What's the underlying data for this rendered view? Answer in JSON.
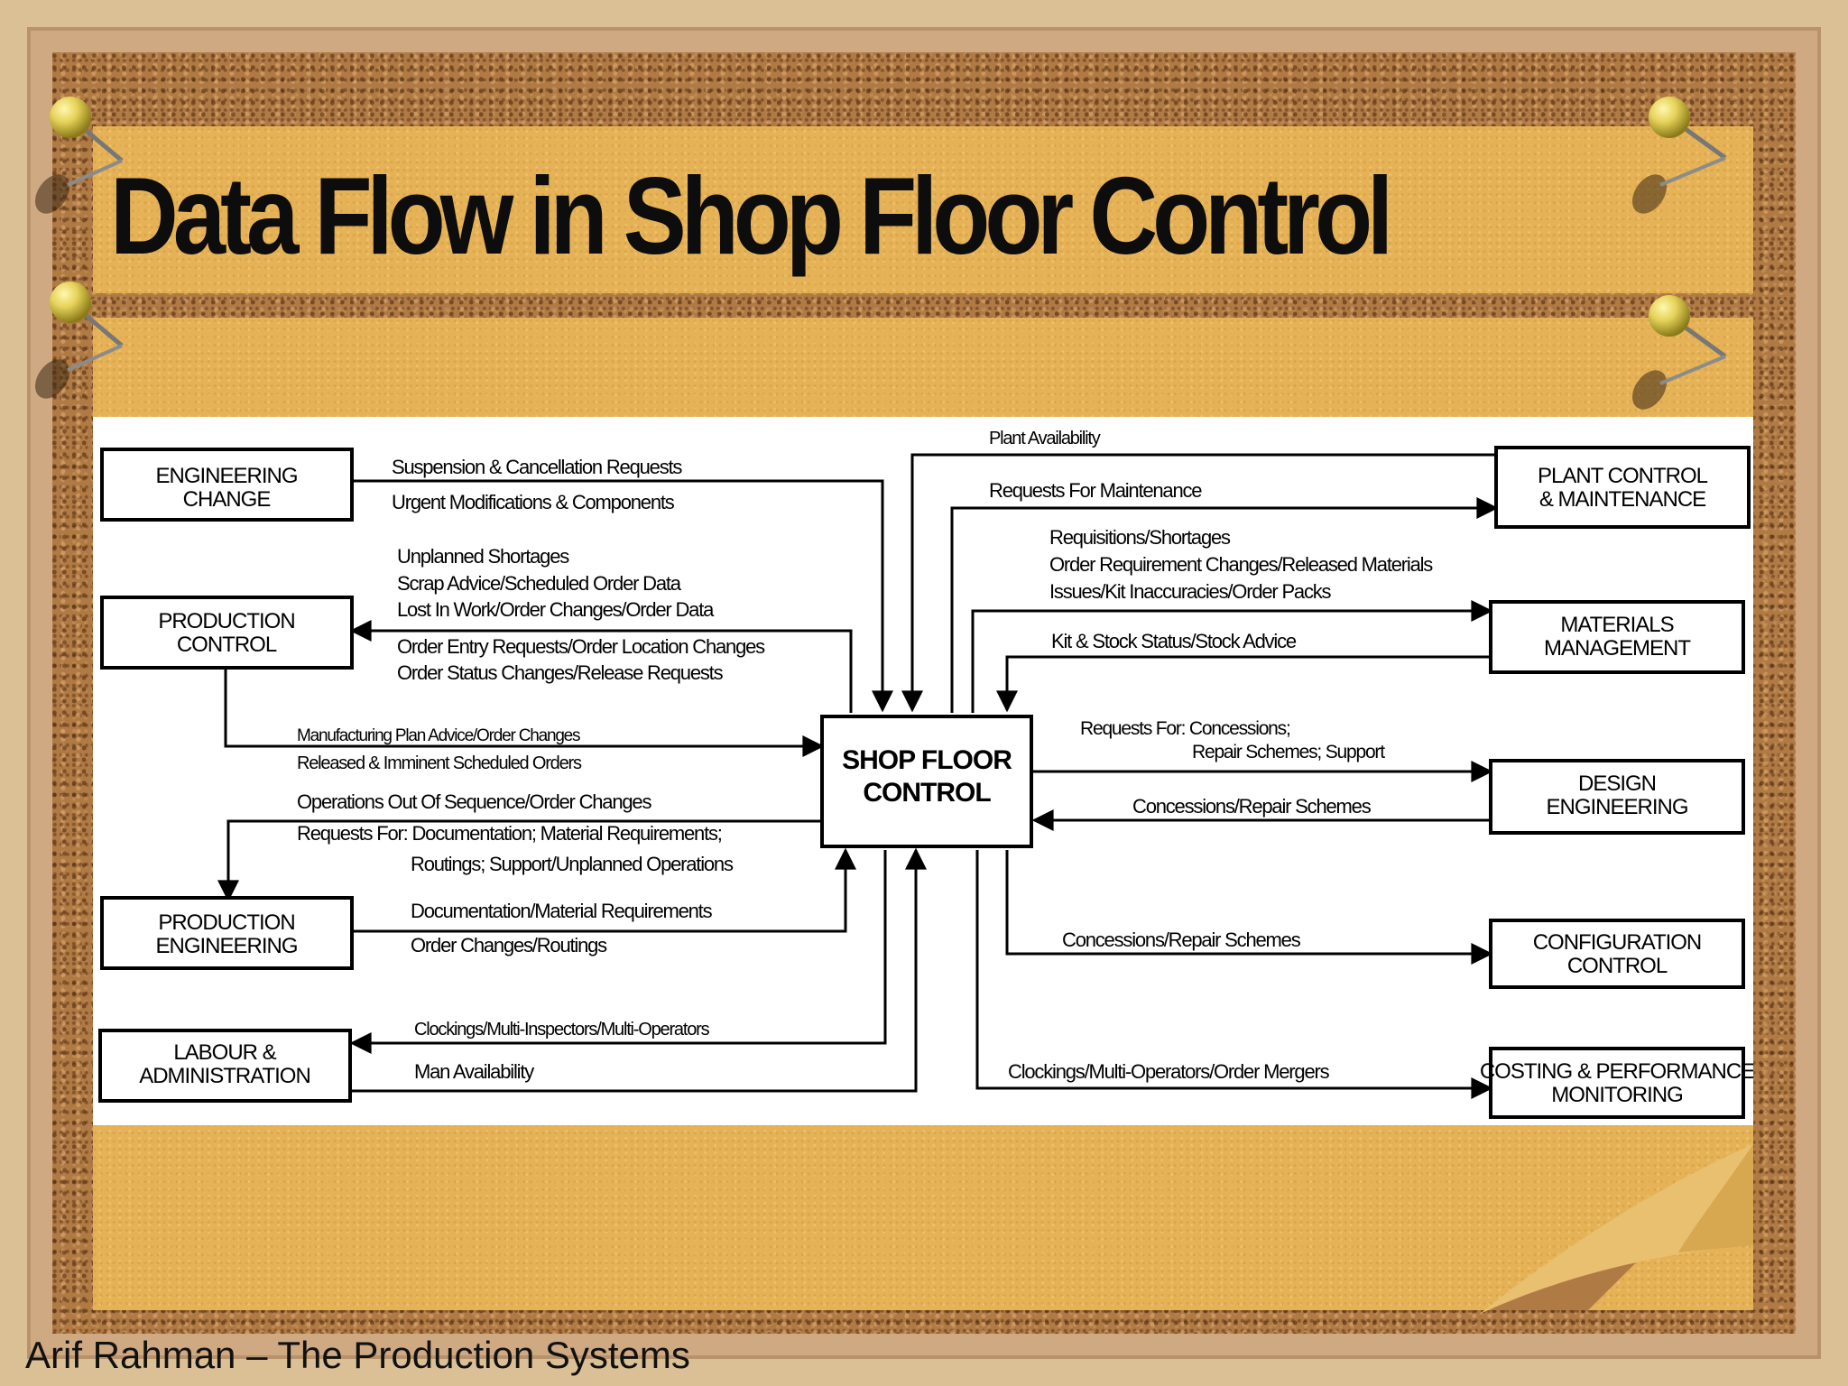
{
  "slide": {
    "title": "Data Flow in Shop Floor Control",
    "footer": "Arif Rahman – The Production Systems"
  },
  "diagram": {
    "center": [
      "SHOP FLOOR",
      "CONTROL"
    ],
    "boxes": {
      "engineering_change": [
        "ENGINEERING",
        "CHANGE"
      ],
      "production_control": [
        "PRODUCTION",
        "CONTROL"
      ],
      "production_engineering": [
        "PRODUCTION",
        "ENGINEERING"
      ],
      "labour_administration": [
        "LABOUR &",
        "ADMINISTRATION"
      ],
      "plant_control": [
        "PLANT CONTROL",
        "& MAINTENANCE"
      ],
      "materials_management": [
        "MATERIALS",
        "MANAGEMENT"
      ],
      "design_engineering": [
        "DESIGN",
        "ENGINEERING"
      ],
      "configuration_control": [
        "CONFIGURATION",
        "CONTROL"
      ],
      "costing_monitoring": [
        "COSTING & PERFORMANCE",
        "MONITORING"
      ]
    },
    "flows": {
      "engineering_change_out": [
        "Suspension & Cancellation Requests",
        "Urgent Modifications & Components"
      ],
      "to_production_control": [
        "Unplanned Shortages",
        "Scrap Advice/Scheduled Order Data",
        "Lost In Work/Order Changes/Order Data",
        "Order Entry Requests/Order Location Changes",
        "Order Status Changes/Release Requests"
      ],
      "production_control_out": [
        "Manufacturing Plan Advice/Order Changes",
        "Released & Imminent Scheduled Orders"
      ],
      "to_production_engineering": [
        "Operations Out Of Sequence/Order Changes",
        "Requests For: Documentation; Material Requirements;",
        "Routings; Support/Unplanned Operations"
      ],
      "production_engineering_out": [
        "Documentation/Material Requirements",
        "Order Changes/Routings"
      ],
      "to_labour": [
        "Clockings/Multi-Inspectors/Multi-Operators"
      ],
      "labour_out": [
        "Man Availability"
      ],
      "plant_in": [
        "Plant Availability"
      ],
      "to_plant": [
        "Requests For Maintenance"
      ],
      "to_materials": [
        "Requisitions/Shortages",
        "Order Requirement Changes/Released Materials",
        "Issues/Kit Inaccuracies/Order Packs"
      ],
      "materials_in": [
        "Kit & Stock Status/Stock Advice"
      ],
      "to_design": [
        "Requests For: Concessions;",
        "Repair Schemes; Support"
      ],
      "design_in": [
        "Concessions/Repair Schemes"
      ],
      "to_configuration": [
        "Concessions/Repair Schemes"
      ],
      "to_costing": [
        "Clockings/Multi-Operators/Order Mergers"
      ]
    }
  }
}
